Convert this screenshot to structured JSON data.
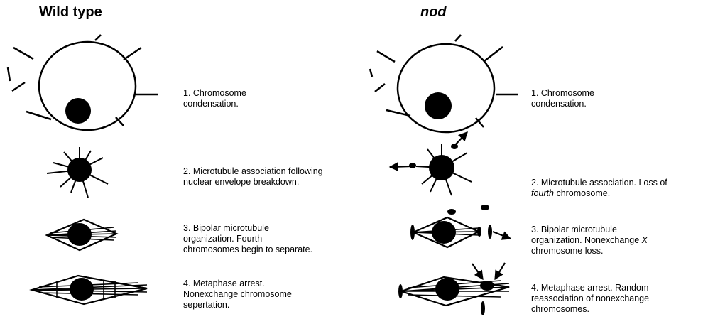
{
  "columns": {
    "left": {
      "title": "Wild type",
      "steps": [
        {
          "lines": [
            "1.  Chromosome",
            "condensation."
          ]
        },
        {
          "lines": [
            "2.  Microtubule association following",
            "nuclear envelope breakdown."
          ]
        },
        {
          "lines": [
            "3.  Bipolar microtubule",
            "organization.  Fourth",
            "chromosomes begin to separate."
          ]
        },
        {
          "lines": [
            "4.  Metaphase arrest.",
            "Nonexchange chromosome",
            "sepertation."
          ]
        }
      ]
    },
    "right": {
      "title": "nod",
      "steps": [
        {
          "lines": [
            "1.  Chromosome",
            "condensation."
          ]
        },
        {
          "lines": [
            "2.  Microtubule association.  Loss of",
            "fourth",
            " chromosome."
          ]
        },
        {
          "lines": [
            "3.  Bipolar microtubule",
            "organization. Nonexchange ",
            "X",
            "chromosome loss."
          ]
        },
        {
          "lines": [
            "4.  Metaphase arrest.  Random",
            "reassociation of nonexchange",
            "chromosomes."
          ]
        }
      ]
    }
  }
}
